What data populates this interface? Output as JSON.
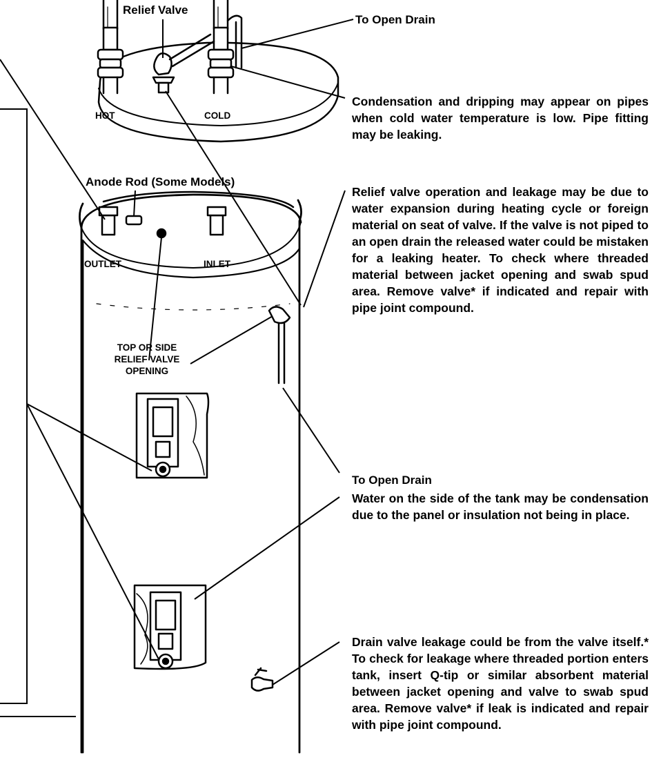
{
  "labels": {
    "relief_valve": "Relief Valve",
    "to_open_drain_top": "To Open Drain",
    "hot": "HOT",
    "cold": "COLD",
    "anode_rod": "Anode Rod (Some Models)",
    "outlet": "OUTLET",
    "inlet": "INLET",
    "top_or_side_relief_valve_opening": "TOP OR SIDE\nRELIEF VALVE\nOPENING",
    "to_open_drain_side": "To Open Drain"
  },
  "notes": {
    "condensation_pipes": "Condensation and dripping may appear on pipes when cold water temperature is low. Pipe fitting may be leaking.",
    "relief_valve_leakage": "Relief valve operation and leakage may be due to water expansion during heating cycle or foreign material on seat of valve. If the valve is not piped to an open drain the released water could be mistaken for a leaking heater. To check where threaded material between jacket opening and swab spud area. Remove valve* if indicated and repair with pipe joint compound.",
    "tank_side_water": "Water on the side of the tank may be condensation due to the panel or insulation not being in place.",
    "drain_valve_leakage": "Drain valve leakage could be from the valve itself.* To check for leakage where threaded portion enters tank, insert Q-tip or similar absorbent material between jacket opening and valve to swab spud area. Remove valve* if leak is indicated and repair with pipe joint compound."
  }
}
